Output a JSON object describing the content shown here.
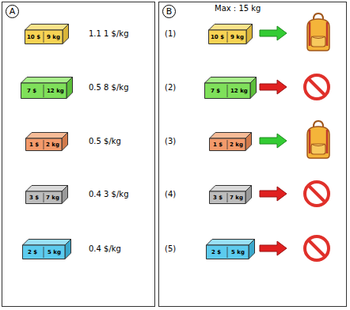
{
  "diagram": {
    "nodes": [
      {
        "text": [
          "A"
        ]
      },
      {
        "text": [
          "10 $",
          "9 kg"
        ],
        "in": 0
      },
      {
        "text": [
          "7 $",
          "12 kg"
        ],
        "in": 0
      },
      {
        "text": [
          "1 $",
          "2 kg"
        ],
        "in": 0
      },
      {
        "text": [
          "3 $",
          "7 kg"
        ],
        "in": 0
      },
      {
        "text": [
          "2 $",
          "5 kg"
        ],
        "in": 0
      },
      {
        "text": [
          "B",
          "Max : 15 kg"
        ]
      },
      {
        "text": [
          "10 $",
          "9 kg"
        ],
        "in": 6
      },
      {
        "text": [
          "7 $",
          "12 kg"
        ],
        "in": 6
      },
      {
        "text": [
          "1 $",
          "2 kg"
        ],
        "in": 6
      },
      {
        "text": [
          "3 $",
          "7 kg"
        ],
        "in": 6
      },
      {
        "text": [
          "2 $",
          "5 kg"
        ],
        "in": 6
      }
    ],
    "labels": [
      "1.1 1 $/kg",
      "0.5 8 $/kg",
      "0.5 $/kg",
      "0.4 3 $/kg",
      "0.4 $/kg",
      "(1)",
      "(2)",
      "(3)",
      "(4)",
      "(5)"
    ]
  }
}
